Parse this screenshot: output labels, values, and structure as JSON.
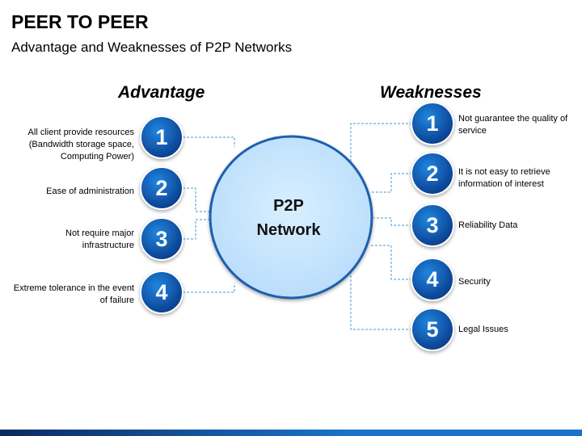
{
  "header": {
    "title": "PEER TO PEER",
    "subtitle": "Advantage and Weaknesses of P2P Networks"
  },
  "advantage": {
    "heading": "Advantage",
    "items": [
      {
        "number": "1",
        "text": "All client provide resources (Bandwidth storage space, Computing Power)"
      },
      {
        "number": "2",
        "text": "Ease of administration"
      },
      {
        "number": "3",
        "text": "Not require major infrastructure"
      },
      {
        "number": "4",
        "text": "Extreme tolerance in the event of failure"
      }
    ]
  },
  "weaknesses": {
    "heading": "Weaknesses",
    "items": [
      {
        "number": "1",
        "text": "Not guarantee the quality of service"
      },
      {
        "number": "2",
        "text": "It is not easy to retrieve information of interest"
      },
      {
        "number": "3",
        "text": "Reliability Data"
      },
      {
        "number": "4",
        "text": "Security"
      },
      {
        "number": "5",
        "text": "Legal Issues"
      }
    ]
  },
  "center": {
    "line1": "P2P",
    "line2": "Network"
  },
  "colors": {
    "badge_dark": "#0b3f8f",
    "badge_light": "#1a7ad4",
    "center_fill": "#cfe9ff",
    "center_stroke": "#1f5fae",
    "connector": "#3a9be0"
  }
}
